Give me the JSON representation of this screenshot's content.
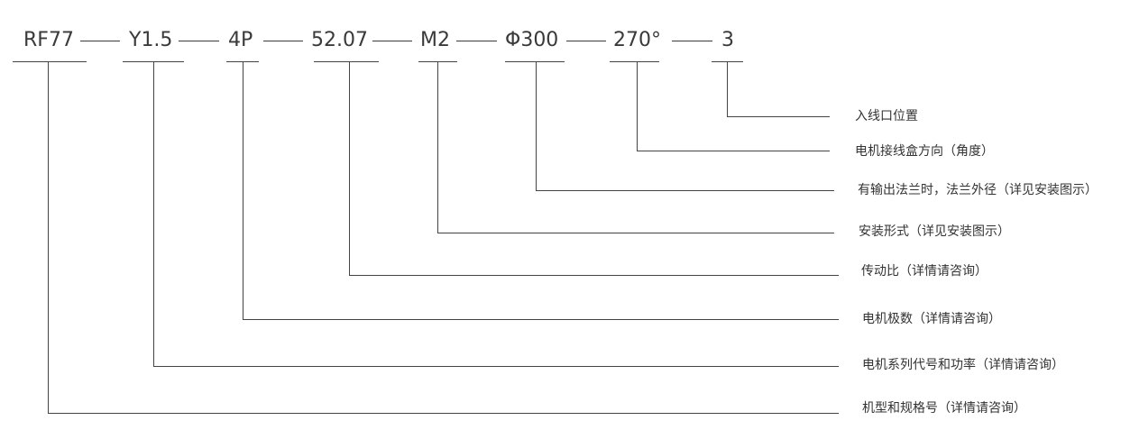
{
  "code_parts": [
    "RF77",
    "Y1.5",
    "4P",
    "52.07",
    "M2",
    "Φ300",
    "270°",
    "3"
  ],
  "labels": [
    "入线口位置",
    "电机接线盒方向（角度）",
    "有输出法兰时，法兰外径（详见安装图示）",
    "安装形式（详见安装图示）",
    "传动比（详情请咨询）",
    "电机极数（详情请咨询）",
    "电机系列代号和功率（详情请咨询）",
    "机型和规格号（详情请咨询）"
  ]
}
